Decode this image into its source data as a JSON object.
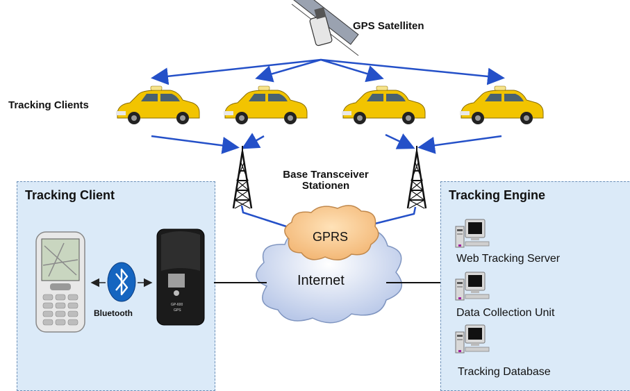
{
  "satellite": {
    "label": "GPS Satelliten",
    "icon": "satellite-icon"
  },
  "clients_row": {
    "label": "Tracking Clients",
    "car_icon": "taxi-icon",
    "car_count": 4
  },
  "towers": {
    "label": "Base Transceiver Stationen",
    "icon": "antenna-tower-icon"
  },
  "cloud": {
    "top_label": "GPRS",
    "bottom_label": "Internet"
  },
  "client_panel": {
    "title": "Tracking Client",
    "phone_icon": "mobile-phone-icon",
    "bluetooth_icon": "bluetooth-icon",
    "bluetooth_label": "Bluetooth",
    "gps_icon": "gps-receiver-icon"
  },
  "engine_panel": {
    "title": "Tracking Engine",
    "servers": [
      {
        "label": "Web Tracking Server",
        "icon": "computer-icon"
      },
      {
        "label": "Data Collection Unit",
        "icon": "computer-icon"
      },
      {
        "label": "Tracking Database",
        "icon": "computer-icon"
      }
    ]
  },
  "colors": {
    "arrow": "#2450c8",
    "panel_bg": "#dbeaf8",
    "taxi": "#f2c400",
    "cloud": "#d8e2f4"
  }
}
